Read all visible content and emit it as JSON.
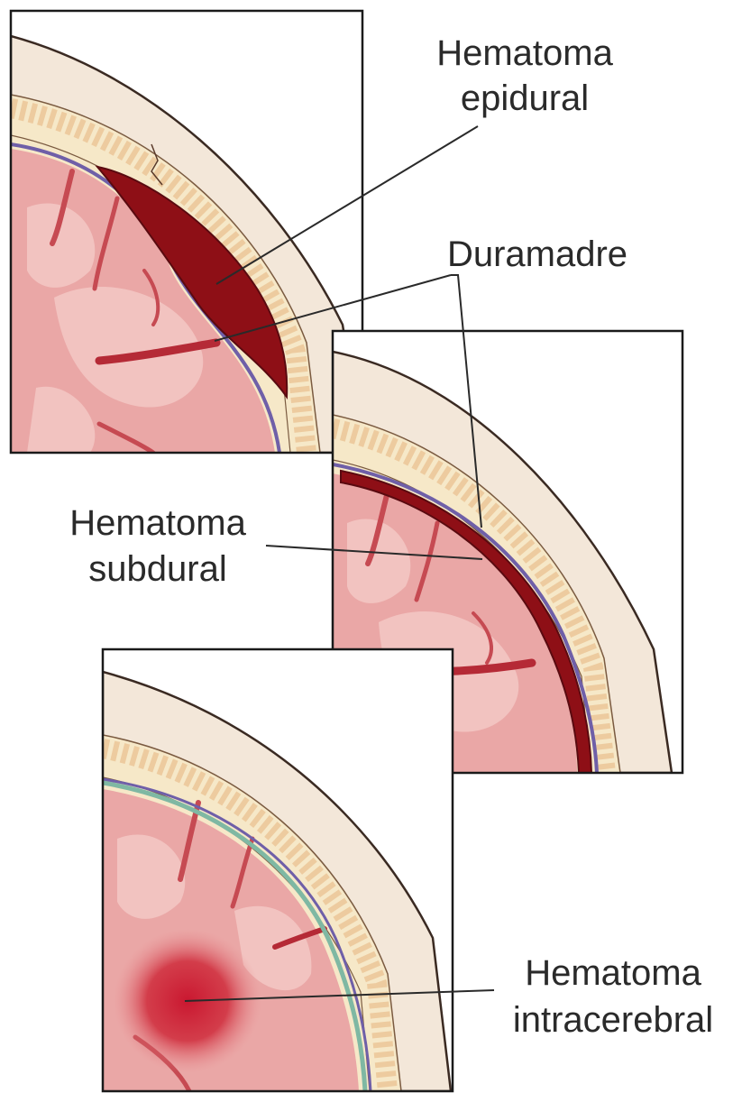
{
  "labels": {
    "epidural_line1": "Hematoma",
    "epidural_line2": "epidural",
    "duramadre": "Duramadre",
    "subdural_line1": "Hematoma",
    "subdural_line2": "subdural",
    "intracerebral_line1": "Hematoma",
    "intracerebral_line2": "intracerebral"
  },
  "colors": {
    "skin": "#f3e7d9",
    "bone_marrow": "#ecc89a",
    "dura": "#8a7ab8",
    "arachnoid": "#7fb8a3",
    "brain": "#eaa7a6",
    "brain_white": "#f2c3c0",
    "hematoma": "#8e0f16",
    "intracerebral_blood": "#c8182a"
  }
}
